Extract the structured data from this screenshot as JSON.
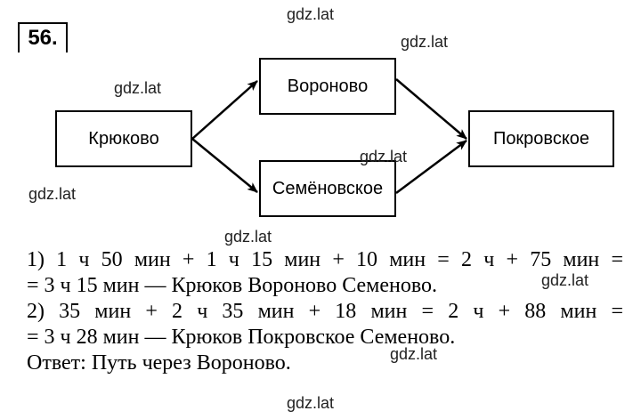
{
  "problem_number": "56.",
  "diagram": {
    "nodes": [
      {
        "id": "kryukovo",
        "label": "Крюково"
      },
      {
        "id": "voronovo",
        "label": "Вороново"
      },
      {
        "id": "semenovskoe",
        "label": "Семёновское"
      },
      {
        "id": "pokrovskoe",
        "label": "Покровское"
      }
    ],
    "edges": [
      {
        "from": "kryukovo",
        "to": "voronovo"
      },
      {
        "from": "kryukovo",
        "to": "semenovskoe"
      },
      {
        "from": "voronovo",
        "to": "pokrovskoe"
      },
      {
        "from": "semenovskoe",
        "to": "pokrovskoe"
      }
    ]
  },
  "solution": {
    "lines": [
      "1) 1 ч 50 мин + 1 ч 15 мин + 10 мин = 2 ч + 75 мин =",
      "= 3 ч 15 мин — Крюков Вороново Семеново.",
      "2)  35 мин + 2 ч 35 мин + 18 мин = 2 ч + 88 мин =",
      "= 3 ч 28 мин — Крюков Покровское Семеново.",
      "Ответ: Путь через Вороново."
    ]
  },
  "watermarks": [
    "gdz.lat",
    "gdz.lat",
    "gdz.lat",
    "gdz.lat",
    "gdz.lat",
    "gdz.lat",
    "gdz.lat",
    "gdz.lat",
    "gdz.lat"
  ]
}
